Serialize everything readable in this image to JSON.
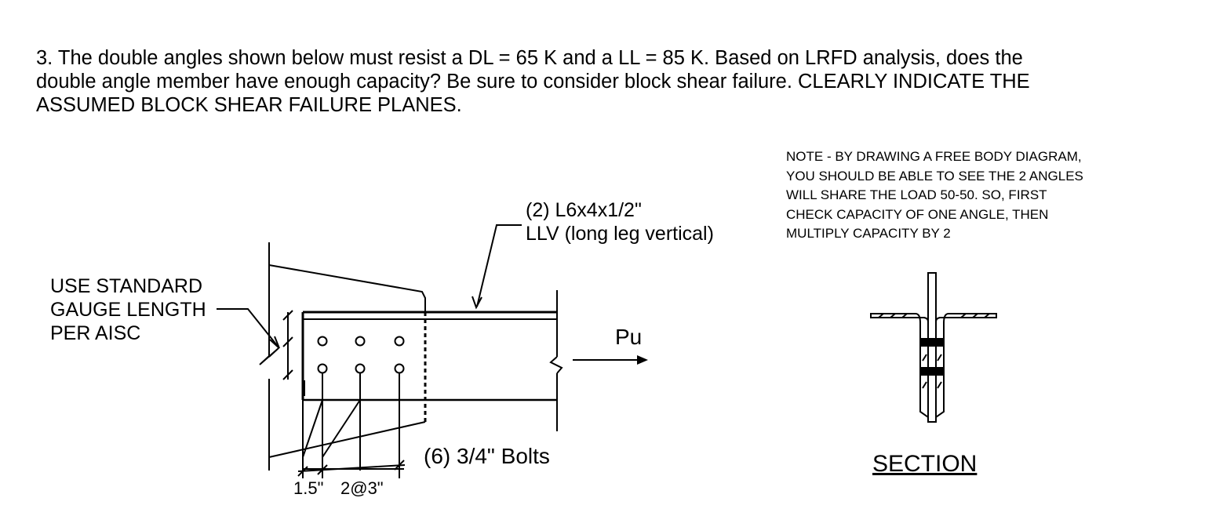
{
  "problem": {
    "lines": [
      "3. The double angles shown below must resist a DL = 65 K and a LL = 85 K. Based on LRFD analysis, does the",
      "double angle member have enough capacity? Be sure to consider block shear failure. CLEARLY INDICATE THE",
      "ASSUMED BLOCK SHEAR FAILURE PLANES."
    ]
  },
  "note": {
    "lines": [
      "NOTE - BY DRAWING A FREE BODY DIAGRAM,",
      "YOU SHOULD BE ABLE TO SEE THE 2 ANGLES",
      "WILL SHARE THE LOAD 50-50. SO, FIRST",
      "CHECK CAPACITY OF ONE ANGLE, THEN",
      "MULTIPLY CAPACITY BY 2"
    ]
  },
  "diagram": {
    "gauge_label": [
      "USE STANDARD",
      "GAUGE LENGTH",
      "PER AISC"
    ],
    "angle_label": [
      "(2) L6x4x1/2\"",
      "LLV (long leg vertical)"
    ],
    "force_label": "Pu",
    "bolts_label": "(6) 3/4\" Bolts",
    "dim_edge": "1.5\"",
    "dim_spacing": "2@3\"",
    "section_label": "SECTION"
  }
}
